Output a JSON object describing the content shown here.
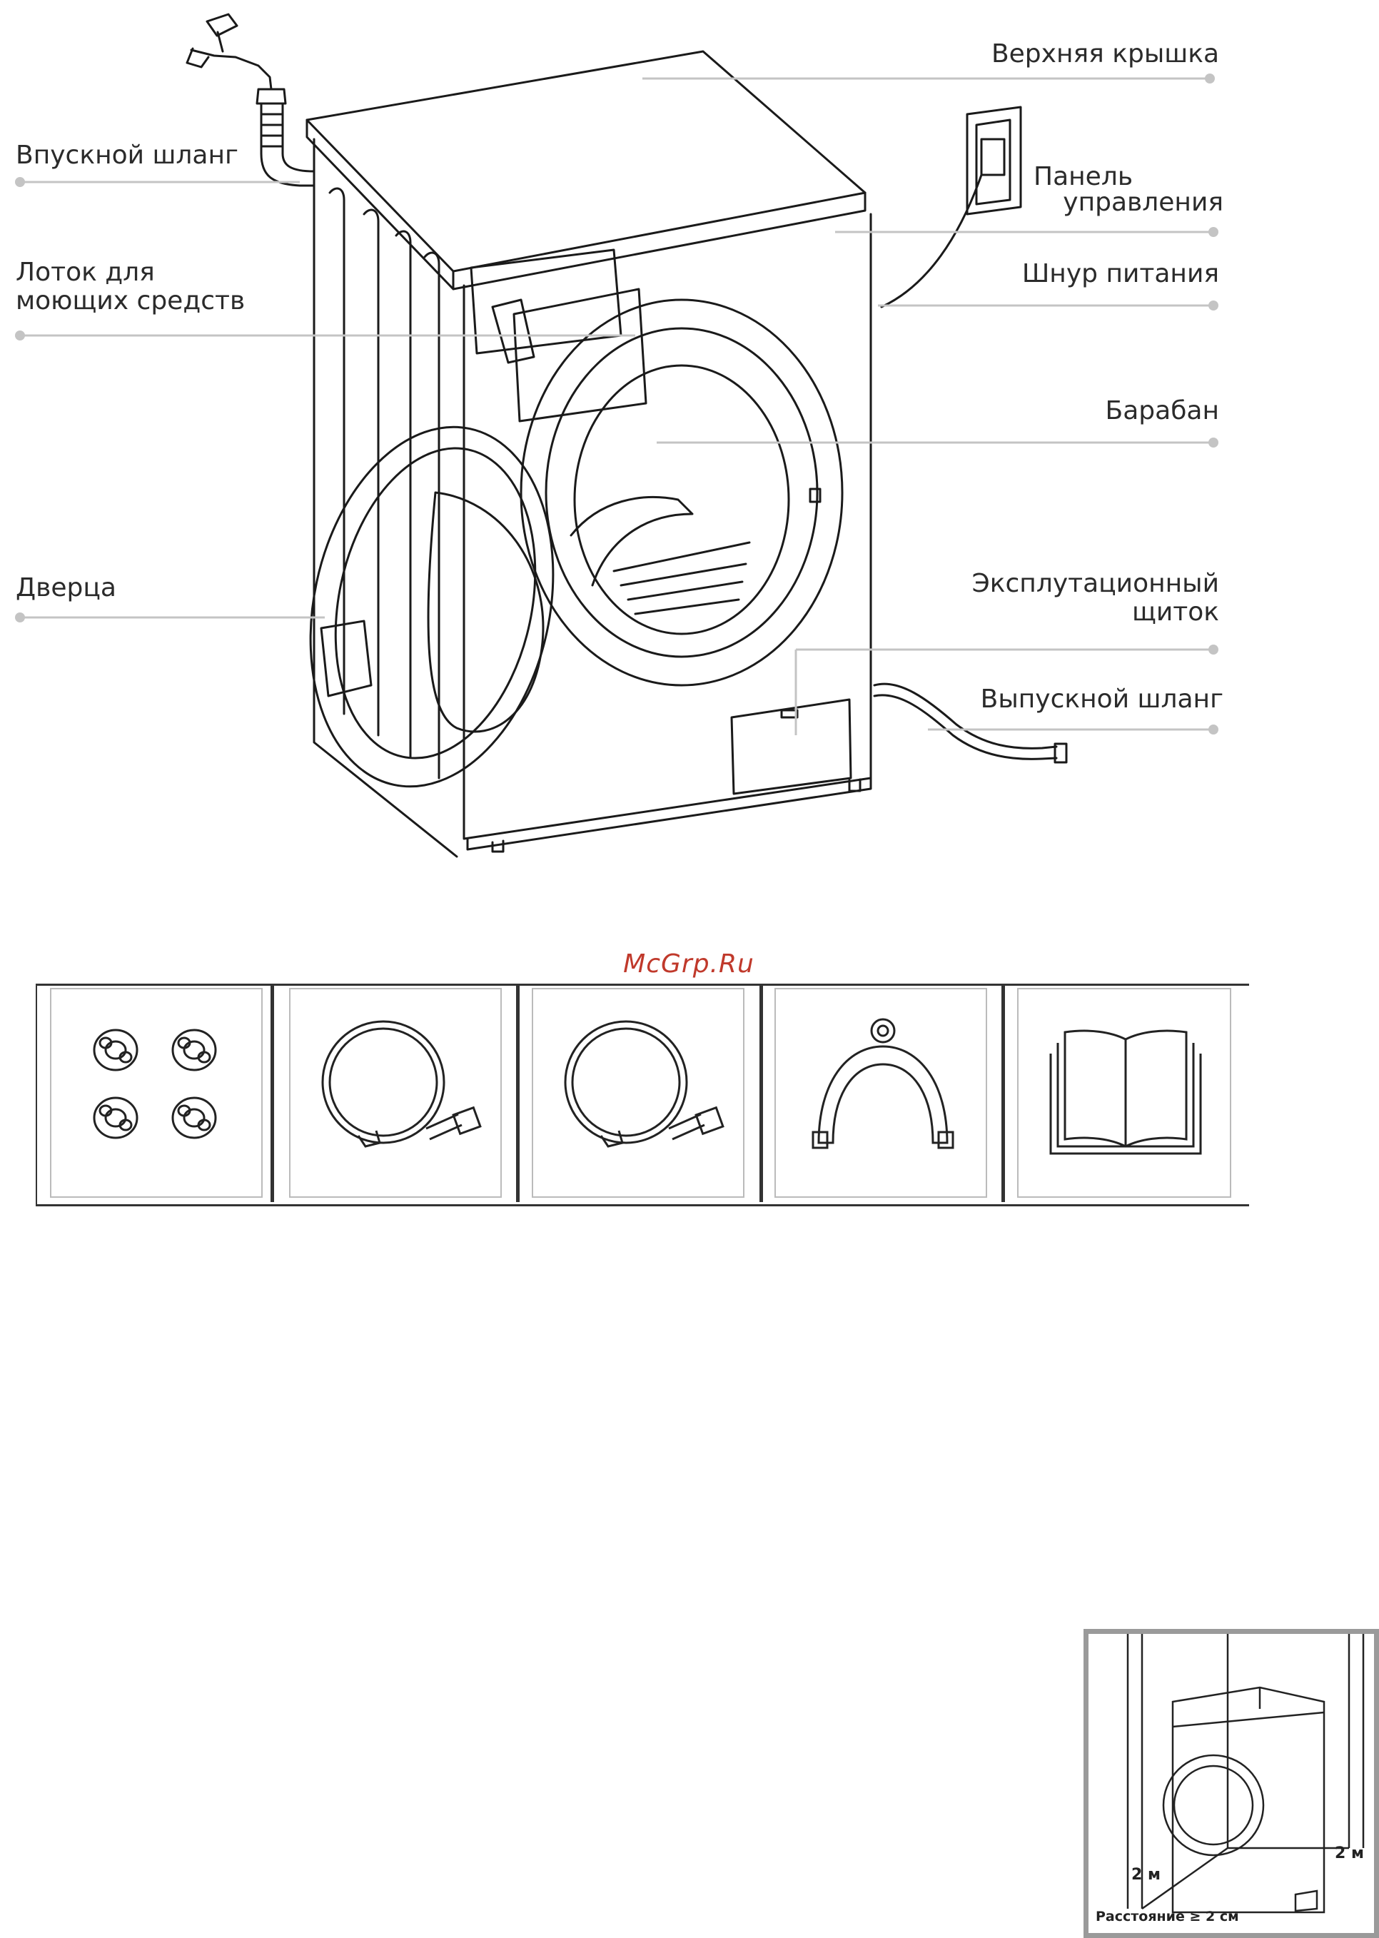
{
  "watermark": "McGrp.Ru",
  "labels": {
    "top_cover": "Верхняя крышка",
    "inlet_hose": "Впускной шланг",
    "control_panel_l1": "Панель",
    "control_panel_l2": "управления",
    "detergent_tray_l1": "Лоток для",
    "detergent_tray_l2": "моющих средств",
    "power_cord": "Шнур питания",
    "drum": "Барабан",
    "door": "Дверца",
    "service_panel_l1": "Эксплутационный",
    "service_panel_l2": "щиток",
    "drain_hose": "Выпускной шланг"
  },
  "placement": {
    "left_distance": "2 м",
    "right_distance": "2 м",
    "clearance": "Расстояние ≥ 2 см"
  }
}
